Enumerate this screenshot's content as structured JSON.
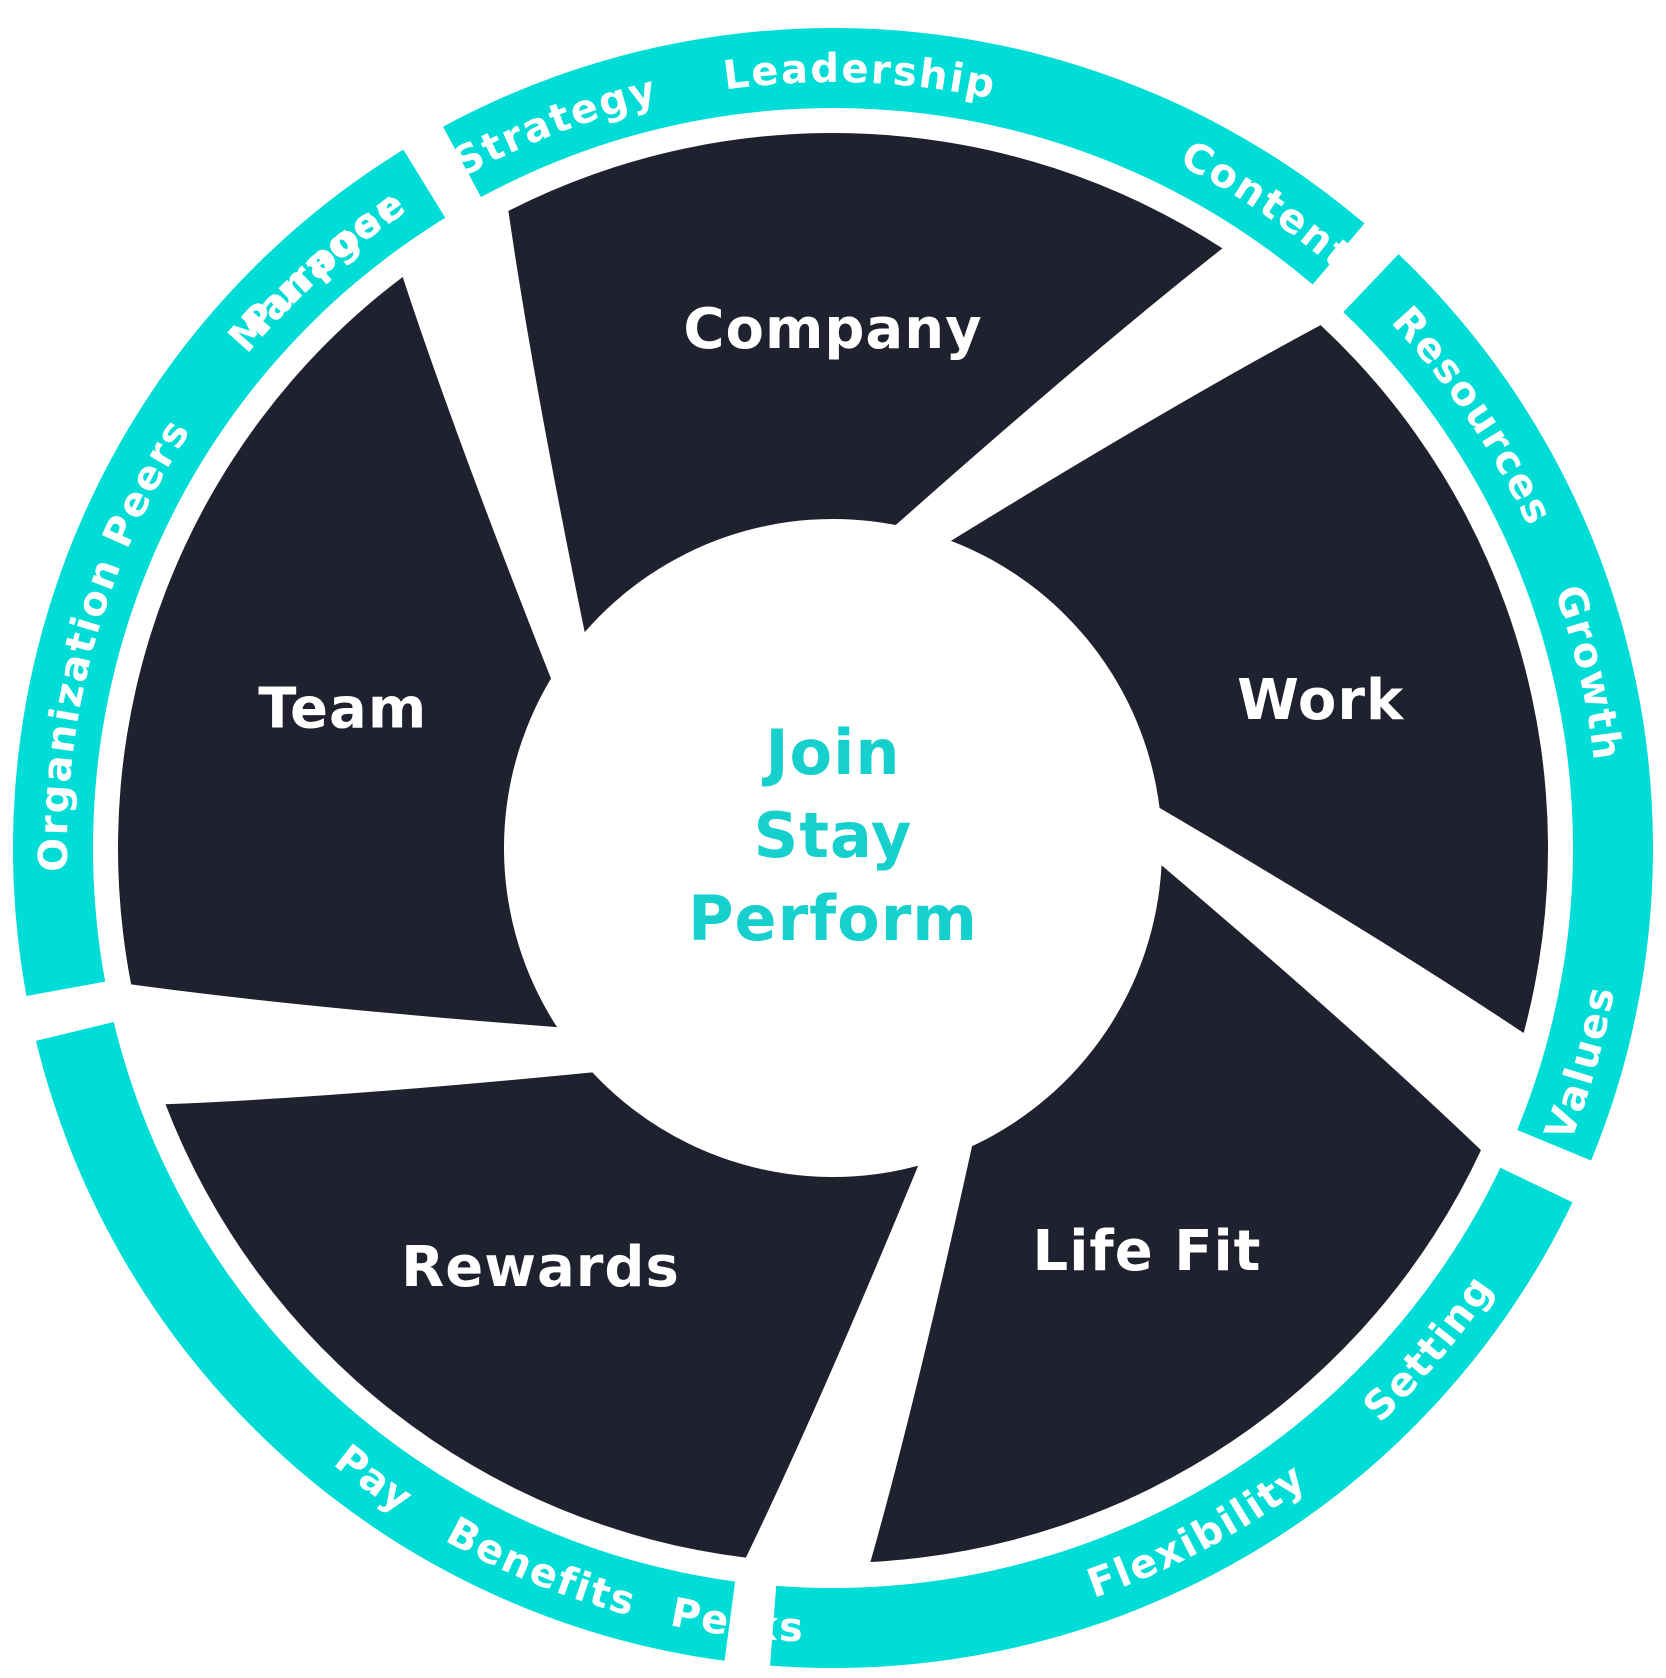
{
  "colors": {
    "background": "#ffffff",
    "segment_fill": "#20212f",
    "ring_fill": "#00dcd6",
    "center_fill": "#ffffff",
    "center_text": "#15d0cc",
    "label_text": "#ffffff"
  },
  "center": {
    "lines": [
      "Join",
      "Stay",
      "Perform"
    ]
  },
  "segments": [
    {
      "label": "Company",
      "ring_items": [
        "Purpose",
        "Strategy",
        "Leadership"
      ]
    },
    {
      "label": "Work",
      "ring_items": [
        "Content",
        "Resources",
        "Growth"
      ]
    },
    {
      "label": "Life Fit",
      "ring_items": [
        "Values",
        "Setting",
        "Flexibility"
      ]
    },
    {
      "label": "Rewards",
      "ring_items": [
        "Perks",
        "Benefits",
        "Pay"
      ]
    },
    {
      "label": "Team",
      "ring_items": [
        "Organization",
        "Peers",
        "Manager"
      ]
    }
  ]
}
